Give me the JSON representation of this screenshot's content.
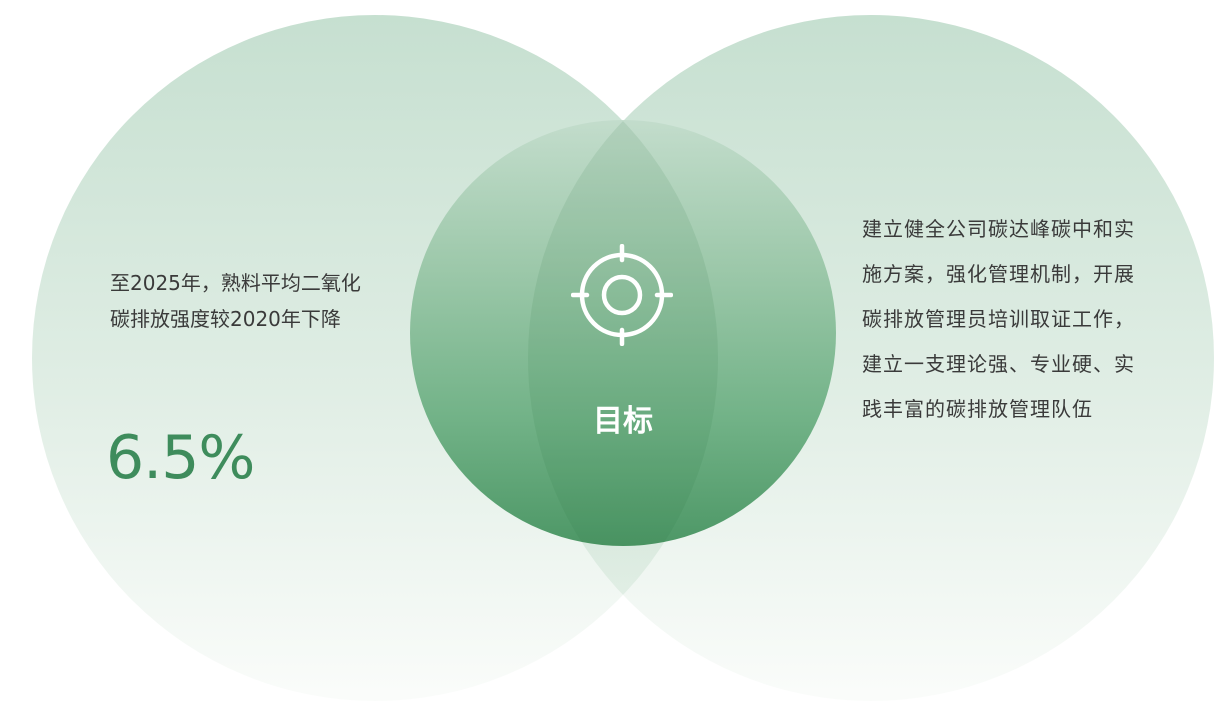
{
  "left": {
    "description": "至2025年，熟料平均二氧化碳排放强度较2020年下降",
    "value": "6.5%"
  },
  "center": {
    "icon": "target-icon",
    "label": "目标"
  },
  "right": {
    "description": "建立健全公司碳达峰碳中和实施方案，强化管理机制，开展碳排放管理员培训取证工作，建立一支理论强、专业硬、实践丰富的碳排放管理队伍"
  },
  "colors": {
    "accent": "#3e8c5c",
    "circle_light": "#c8e0d0",
    "center_dark": "#3f8f5a",
    "text": "#3a3a3a"
  }
}
